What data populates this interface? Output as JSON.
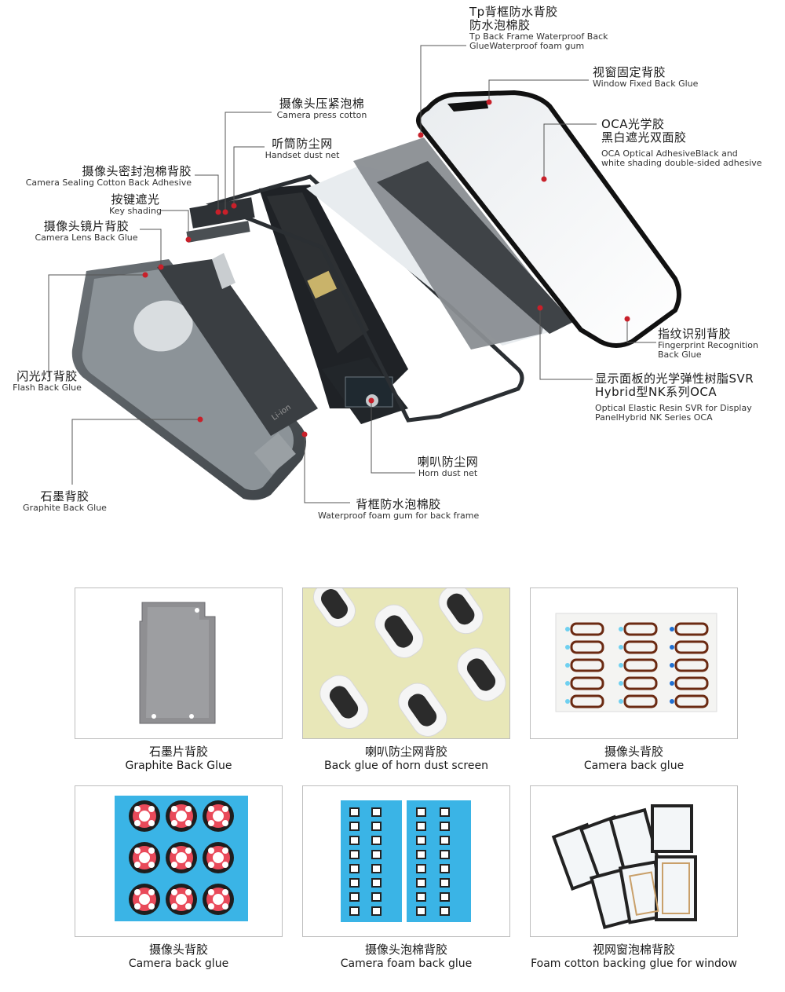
{
  "callouts": [
    {
      "zh": "Tp背框防水背胶",
      "zh2": "防水泡棉胶",
      "en": "Tp Back Frame Waterproof Back",
      "en2": "GlueWaterproof foam gum"
    },
    {
      "zh": "视窗固定背胶",
      "en": "Window Fixed Back Glue"
    },
    {
      "zh": "OCA光学胶",
      "zh2": "黑白遮光双面胶",
      "en": "OCA Optical AdhesiveBlack and",
      "en2": "white shading double-sided adhesive"
    },
    {
      "zh": "摄像头压紧泡棉",
      "en": "Camera press cotton"
    },
    {
      "zh": "听筒防尘网",
      "en": "Handset dust net"
    },
    {
      "zh": "摄像头密封泡棉背胶",
      "en": "Camera Sealing Cotton Back Adhesive"
    },
    {
      "zh": "按键遮光",
      "en": "Key shading"
    },
    {
      "zh": "摄像头镜片背胶",
      "en": "Camera Lens Back Glue"
    },
    {
      "zh": "指纹识别背胶",
      "en": "Fingerprint Recognition",
      "en2": "Back Glue"
    },
    {
      "zh": "闪光灯背胶",
      "en": "Flash Back Glue"
    },
    {
      "zh": "显示面板的光学弹性树脂SVR",
      "zh2": "Hybrid型NK系列OCA",
      "en": "Optical Elastic Resin SVR for Display",
      "en2": "PanelHybrid NK Series OCA"
    },
    {
      "zh": "喇叭防尘网",
      "en": "Horn dust net"
    },
    {
      "zh": "石墨背胶",
      "en": "Graphite Back Glue"
    },
    {
      "zh": "背框防水泡棉胶",
      "en": "Waterproof foam gum for back frame"
    }
  ],
  "battery_text": "Li-ion",
  "products": [
    {
      "zh": "石墨片背胶",
      "en": "Graphite Back Glue"
    },
    {
      "zh": "喇叭防尘网背胶",
      "en": "Back glue of horn dust screen"
    },
    {
      "zh": "摄像头背胶",
      "en": "Camera back glue"
    },
    {
      "zh": "摄像头背胶",
      "en": "Camera back glue"
    },
    {
      "zh": "摄像头泡棉背胶",
      "en": "Camera foam back glue"
    },
    {
      "zh": "视网窗泡棉背胶",
      "en": "Foam cotton backing glue for window"
    }
  ],
  "colors": {
    "marker": "#c8202a",
    "line": "#555555",
    "blue_sheet": "#3ab4e6"
  }
}
